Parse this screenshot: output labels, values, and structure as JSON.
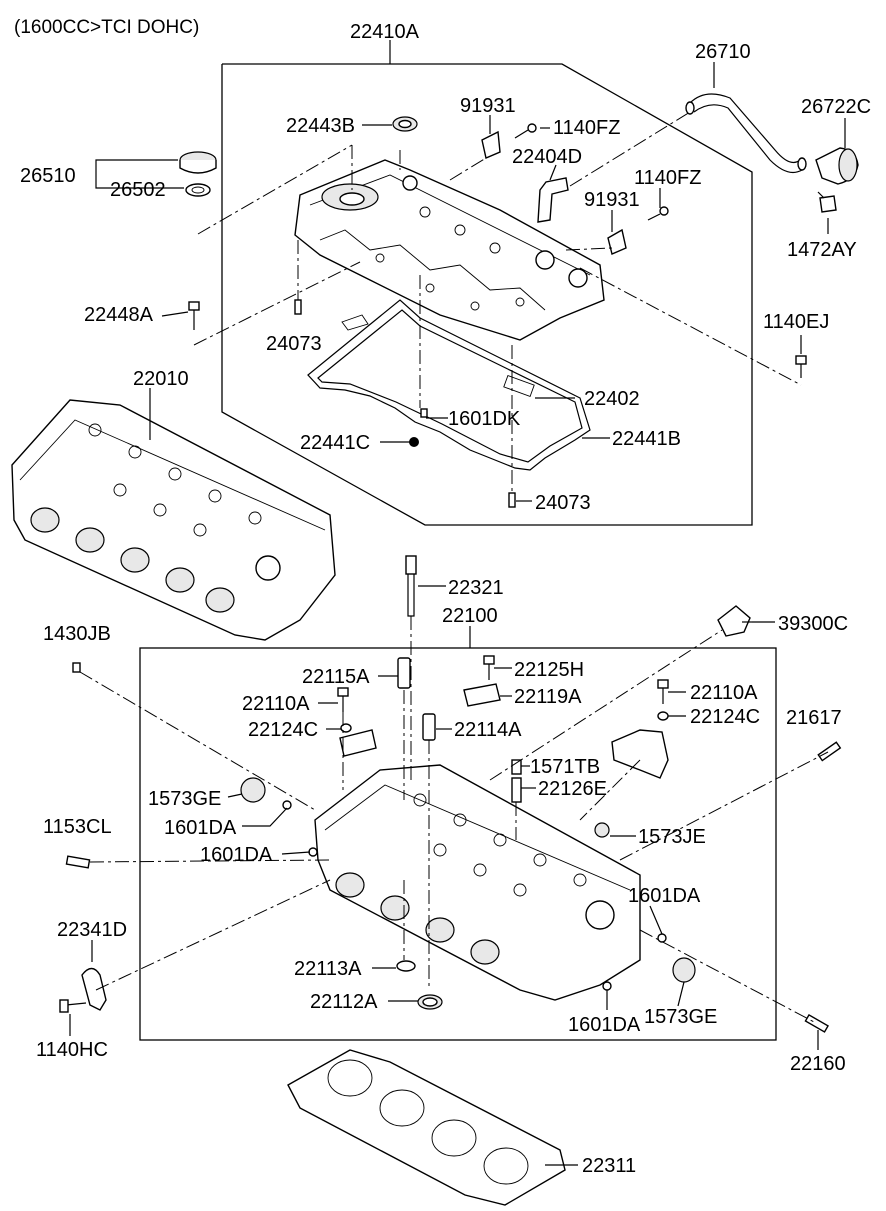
{
  "title": "(1600CC>TCI DOHC)",
  "labels": {
    "l22410A": "22410A",
    "l26710": "26710",
    "l26722C": "26722C",
    "l91931a": "91931",
    "l1140FZa": "1140FZ",
    "l22443B": "22443B",
    "l22404D": "22404D",
    "l1140FZb": "1140FZ",
    "l91931b": "91931",
    "l1472AY": "1472AY",
    "l26510": "26510",
    "l26502": "26502",
    "l22448A": "22448A",
    "l24073a": "24073",
    "l1140EJ": "1140EJ",
    "l22010": "22010",
    "l22402": "22402",
    "l1601DK": "1601DK",
    "l22441C": "22441C",
    "l22441B": "22441B",
    "l24073b": "24073",
    "l22321": "22321",
    "l22100": "22100",
    "l39300C": "39300C",
    "l1430JB": "1430JB",
    "l22115A": "22115A",
    "l22125H": "22125H",
    "l22110Aa": "22110A",
    "l22119A": "22119A",
    "l22110Ab": "22110A",
    "l22124Ca": "22124C",
    "l22114A": "22114A",
    "l22124Cb": "22124C",
    "l21617": "21617",
    "l1571TB": "1571TB",
    "l1573GEa": "1573GE",
    "l22126E": "22126E",
    "l1601DAa": "1601DA",
    "l1153CL": "1153CL",
    "l1573JE": "1573JE",
    "l1601DAb": "1601DA",
    "l1601DAc": "1601DA",
    "l22341D": "22341D",
    "l22113A": "22113A",
    "l22112A": "22112A",
    "l1601DAd": "1601DA",
    "l1573GEb": "1573GE",
    "l1140HC": "1140HC",
    "l22160": "22160",
    "l22311": "22311"
  }
}
